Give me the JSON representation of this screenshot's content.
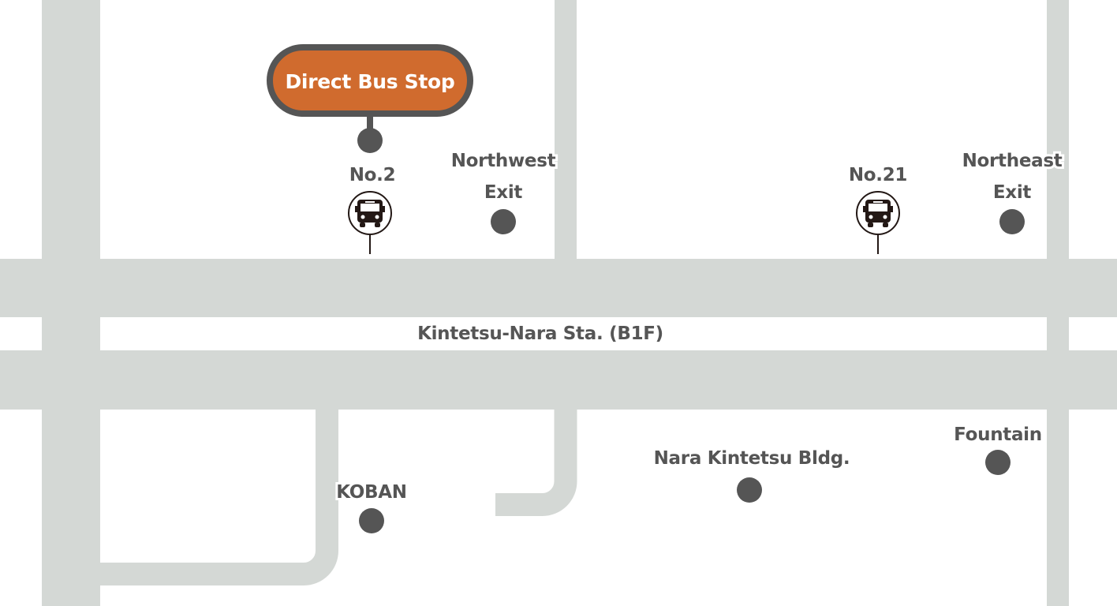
{
  "colors": {
    "road": "#d4d8d5",
    "marker": "#555555",
    "highlight": "#d06b2e",
    "bus_icon": "#231815"
  },
  "highlight_label": "Direct Bus Stop",
  "bus_stops": [
    {
      "label": "No.2",
      "icon": "bus-icon"
    },
    {
      "label": "No.21",
      "icon": "bus-icon"
    }
  ],
  "station_label": "Kintetsu-Nara Sta. (B1F)",
  "landmarks": {
    "northwest_exit": [
      "Northwest",
      "Exit"
    ],
    "northeast_exit": [
      "Northeast",
      "Exit"
    ],
    "fountain": "Fountain",
    "nara_kintetsu_bldg": "Nara Kintetsu Bldg.",
    "koban": "KOBAN"
  }
}
